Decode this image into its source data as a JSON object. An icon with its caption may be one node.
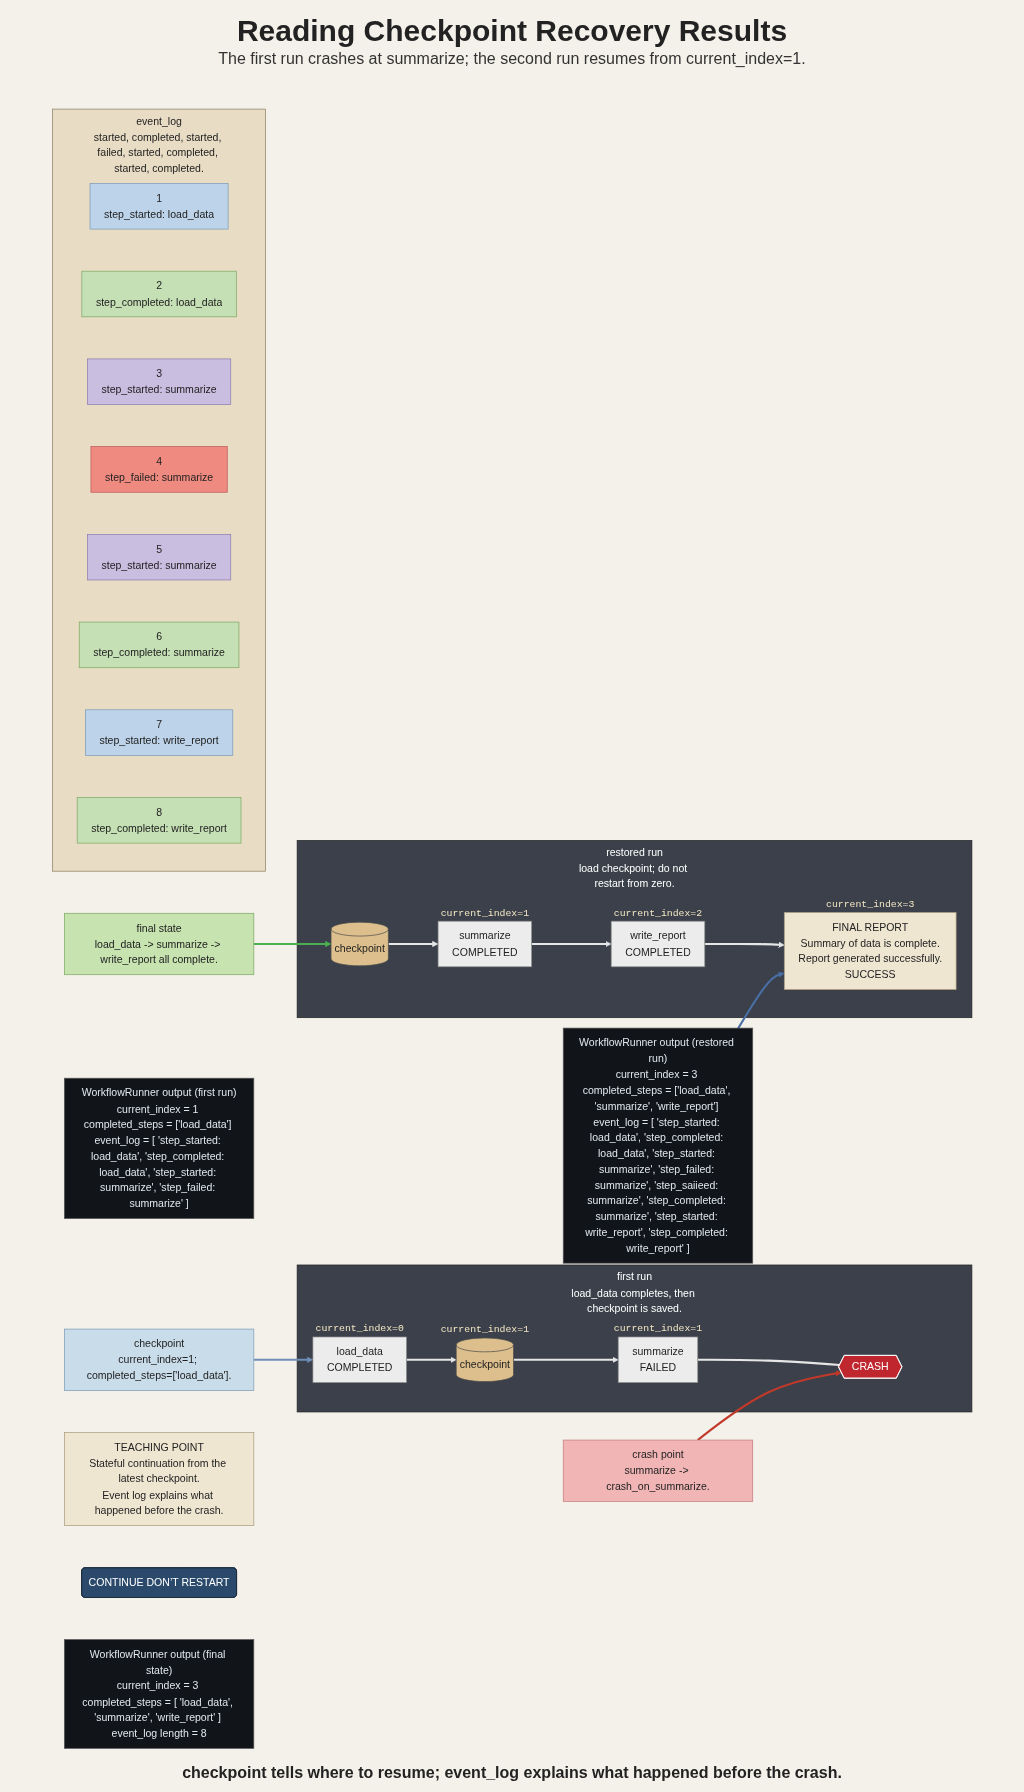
{
  "diagram": {
    "title": "Reading Checkpoint Recovery Results",
    "caption": "checkpoint tells where to resume; event_log explains what happened before the crash.",
    "nodes": [
      {
        "text": [
          "first run",
          "load_data completes, then checkpoint is saved."
        ]
      },
      {
        "text": [
          "load_data",
          "COMPLETED"
        ],
        "beside": [
          "current_index=0"
        ],
        "in": 0
      },
      {
        "text": [
          "checkpoint"
        ],
        "beside": [
          "current_index=1"
        ],
        "in": 0
      },
      {
        "text": [
          "summarize",
          "FAILED"
        ],
        "beside": [
          "current_index=1"
        ],
        "in": 0
      },
      {
        "text": [
          "CRASH"
        ],
        "in": 0
      },
      {
        "text": [
          "checkpoint",
          "current_index=1; completed_steps=['load_data']."
        ]
      },
      {
        "text": [
          "WorkflowRunner output (first run)",
          "current_index = 1 completed_steps = ['load_data'] event_log = [ 'step_started: load_data', 'step_completed: load_data', 'step_started: summarize', 'step_failed: summarize' ]"
        ]
      },
      {
        "text": [
          "crash point",
          "summarize -> crash_on_summarize."
        ]
      },
      {
        "text": [
          "restored run",
          "load checkpoint; do not restart from zero."
        ]
      },
      {
        "text": [
          "checkpoint"
        ],
        "in": 8
      },
      {
        "text": [
          "summarize",
          "COMPLETED"
        ],
        "beside": [
          "current_index=1"
        ],
        "in": 8
      },
      {
        "text": [
          "write_report",
          "COMPLETED"
        ],
        "beside": [
          "current_index=2"
        ],
        "in": 8
      },
      {
        "text": [
          "FINAL REPORT",
          "Summary of data is complete.",
          "Report generated successfully.",
          "SUCCESS"
        ],
        "beside": [
          "current_index=3"
        ],
        "in": 8
      },
      {
        "text": [
          "final state",
          "load_data -> summarize -> write_report all complete."
        ]
      },
      {
        "text": [
          "WorkflowRunner output (restored run)",
          "current_index = 3 completed_steps = ['load_data', 'summarize', 'write_report'] event_log = [ 'step_started: load_data', 'step_completed: load_data', 'step_started: summarize', 'step_failed: summarize', 'step_saiieed: summarize', 'step_completed: summarize', 'step_started: write_report', 'step_completed: write_report' ]"
        ]
      },
      {
        "text": [
          "event_log",
          "started, completed, started, failed, started, completed, started, completed."
        ]
      },
      {
        "text": [
          "1",
          "step_started: load_data"
        ],
        "in": 15
      },
      {
        "text": [
          "2",
          "step_completed: load_data"
        ],
        "in": 15
      },
      {
        "text": [
          "3",
          "step_started: summarize"
        ],
        "in": 15
      },
      {
        "text": [
          "4",
          "step_failed: summarize"
        ],
        "in": 15
      },
      {
        "text": [
          "5",
          "step_started: summarize"
        ],
        "in": 15
      },
      {
        "text": [
          "6",
          "step_completed: summarize"
        ],
        "in": 15
      },
      {
        "text": [
          "7",
          "step_started: write_report"
        ],
        "in": 15
      },
      {
        "text": [
          "8",
          "step_completed: write_report"
        ],
        "in": 15
      },
      {
        "text": [
          "TEACHING POINT",
          "Stateful continuation from the latest checkpoint.",
          "Event log explains what happened before the crash."
        ]
      },
      {
        "text": [
          "CONTINUE DON’T RESTART"
        ]
      },
      {
        "text": [
          "WorkflowRunner output (final state)",
          "current_index = 3 completed_steps = [ 'load_data', 'summarize', 'write_report' ] event_log length = 8"
        ]
      }
    ],
    "edges": [
      {
        "from": 1,
        "to": 2,
        "arrow": "to"
      },
      {
        "from": 2,
        "to": 3,
        "arrow": "to"
      },
      {
        "from": 3,
        "to": 4,
        "arrow": "none"
      },
      {
        "from": 5,
        "to": 1,
        "arrow": "to",
        "color": "#6f8fb8"
      },
      {
        "from": 7,
        "to": 4,
        "arrow": "to",
        "color": "#c0392b"
      },
      {
        "from": 9,
        "to": 10,
        "arrow": "to"
      },
      {
        "from": 10,
        "to": 11,
        "arrow": "to"
      },
      {
        "from": 11,
        "to": 12,
        "arrow": "to"
      },
      {
        "from": 13,
        "to": 9,
        "arrow": "to",
        "color": "#4caf50"
      },
      {
        "from": 14,
        "to": 12,
        "arrow": "to",
        "color": "#4a6fa5"
      }
    ],
    "labels": [
      "The first run crashes at summarize; the second run resumes from current_index=1."
    ]
  }
}
